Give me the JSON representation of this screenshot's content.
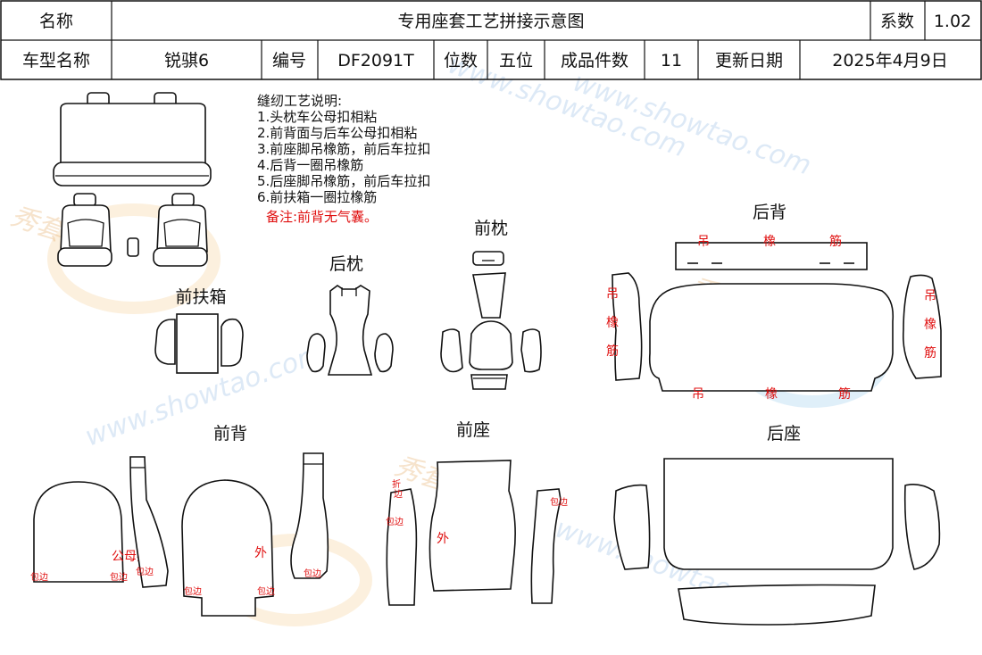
{
  "header": {
    "name_label": "名称",
    "title": "专用座套工艺拼接示意图",
    "coef_label": "系数",
    "coef_value": "1.02",
    "model_label": "车型名称",
    "model_value": "锐骐6",
    "code_label": "编号",
    "code_value": "DF2091T",
    "seat_label": "位数",
    "seat_value": "五位",
    "count_label": "成品件数",
    "count_value": "11",
    "date_label": "更新日期",
    "date_value": "2025年4月9日"
  },
  "notes": {
    "title": "缝纫工艺说明:",
    "items": [
      "1.头枕车公母扣相粘",
      "2.前背面与后车公母扣相粘",
      "3.前座脚吊橡筋，前后车拉扣",
      "4.后背一圈吊橡筋",
      "5.后座脚吊橡筋，前后车拉扣",
      "6.前扶箱一圈拉橡筋"
    ],
    "remark": "备注:前背无气囊。"
  },
  "sections": {
    "front_armrest": "前扶箱",
    "rear_headrest": "后枕",
    "front_headrest": "前枕",
    "rear_back": "后背",
    "front_back": "前背",
    "front_seat": "前座",
    "rear_seat": "后座"
  },
  "annotations": {
    "hang": "吊",
    "rubber": "橡",
    "band": "筋",
    "snap": "公母扣",
    "binding": "包边",
    "outer": "外",
    "fold_1": "折",
    "fold_2": "边"
  },
  "watermark": {
    "text": "www.showtao.com",
    "brand": "秀套网"
  }
}
